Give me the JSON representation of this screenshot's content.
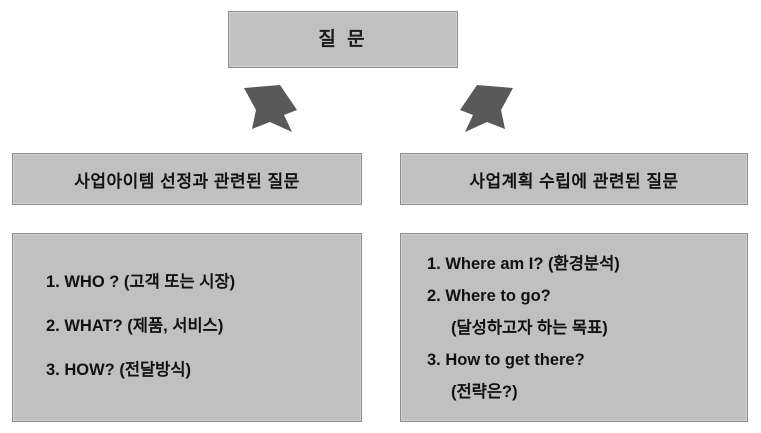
{
  "diagram": {
    "title_box": {
      "label": "질 문",
      "icon": "none"
    },
    "arrows": [
      {
        "name": "arrow-down-left",
        "direction": "down-left",
        "color": "#595959"
      },
      {
        "name": "arrow-down-right",
        "direction": "down-right",
        "color": "#595959"
      }
    ],
    "branches": [
      {
        "header": "사업아이템 선정과 관련된 질문",
        "items": [
          {
            "text": "1. WHO ? (고객 또는 시장)",
            "indented": false
          },
          {
            "text": "2. WHAT? (제품, 서비스)",
            "indented": false
          },
          {
            "text": "3. HOW? (전달방식)",
            "indented": false
          }
        ]
      },
      {
        "header": "사업계획 수립에 관련된 질문",
        "items": [
          {
            "text": "1. Where am I? (환경분석)",
            "indented": false
          },
          {
            "text": "2. Where to go?",
            "indented": false
          },
          {
            "text": "(달성하고자 하는 목표)",
            "indented": true
          },
          {
            "text": "3. How to get there?",
            "indented": false
          },
          {
            "text": "(전략은?)",
            "indented": true
          }
        ]
      }
    ],
    "colors": {
      "box_fill": "#c0c0c0",
      "box_border": "#8c8c8c",
      "text": "#111111",
      "arrow": "#595959",
      "background": "#ffffff"
    }
  }
}
